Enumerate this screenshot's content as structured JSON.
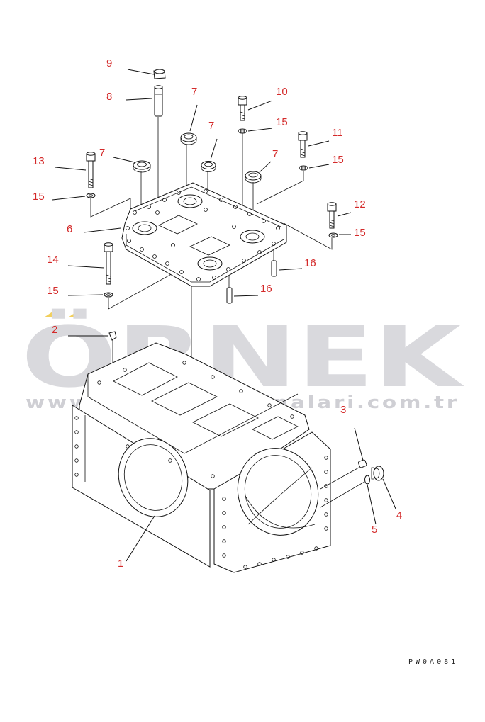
{
  "watermark": {
    "brand": "ÖRNEK",
    "site": "www.ornekismakinalari.com.tr",
    "accent_color": "#f2cf5b",
    "text_color": "#d9d9dd"
  },
  "drawing_code": "PW0A081",
  "callout_color": "#d42a2a",
  "callouts": [
    {
      "id": "c9",
      "label": "9"
    },
    {
      "id": "c8",
      "label": "8"
    },
    {
      "id": "c7a",
      "label": "7"
    },
    {
      "id": "c7b",
      "label": "7"
    },
    {
      "id": "c7c",
      "label": "7"
    },
    {
      "id": "c7d",
      "label": "7"
    },
    {
      "id": "c10",
      "label": "10"
    },
    {
      "id": "c15a",
      "label": "15"
    },
    {
      "id": "c11",
      "label": "11"
    },
    {
      "id": "c15b",
      "label": "15"
    },
    {
      "id": "c13",
      "label": "13"
    },
    {
      "id": "c15c",
      "label": "15"
    },
    {
      "id": "c6",
      "label": "6"
    },
    {
      "id": "c12",
      "label": "12"
    },
    {
      "id": "c15d",
      "label": "15"
    },
    {
      "id": "c14",
      "label": "14"
    },
    {
      "id": "c16a",
      "label": "16"
    },
    {
      "id": "c15e",
      "label": "15"
    },
    {
      "id": "c16b",
      "label": "16"
    },
    {
      "id": "c2",
      "label": "2"
    },
    {
      "id": "c3",
      "label": "3"
    },
    {
      "id": "c4",
      "label": "4"
    },
    {
      "id": "c5",
      "label": "5"
    },
    {
      "id": "c1",
      "label": "1"
    }
  ]
}
